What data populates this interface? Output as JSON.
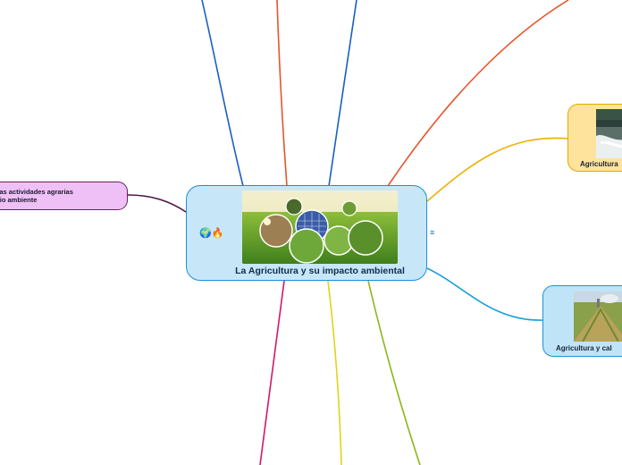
{
  "central": {
    "title": "La Agricultura y su impacto ambiental",
    "icons": [
      "globe-icon",
      "fire-icon"
    ],
    "notes_icon": "notes-icon"
  },
  "left_topic": {
    "line1": "e las actividades agrarias",
    "line2": "edio ambiente"
  },
  "right_topic_top": {
    "label": "Agricultura"
  },
  "right_topic_bottom": {
    "label": "Agricultura y cal"
  },
  "colors": {
    "central_fill": "#c7e7f8",
    "central_border": "#1c8fd6",
    "left_fill": "#efc0f5",
    "left_border": "#6a1f63",
    "right_top_fill": "#fde39b",
    "right_top_border": "#e0a800",
    "right_bottom_fill": "#bfe4f7",
    "right_bottom_border": "#1c95d4",
    "branch_blue": "#1a5fbf",
    "branch_orange": "#e5552a",
    "branch_magenta": "#d4166c",
    "branch_yellow": "#e2d31b",
    "branch_green": "#88b819",
    "branch_purple": "#4b1246",
    "branch_gold": "#f0b000",
    "branch_sky": "#1aa0dc"
  }
}
